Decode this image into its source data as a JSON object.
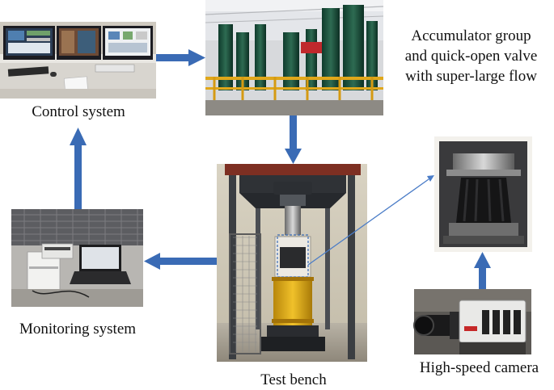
{
  "colors": {
    "arrow": "#3a6bb5",
    "camera_link": "#4a7cc7"
  },
  "captions": {
    "control_system": "Control system",
    "accumulator": [
      "Accumulator group",
      "and quick-open valve",
      "with super-large flow"
    ],
    "monitoring_system": "Monitoring system",
    "test_bench": "Test bench",
    "high_speed_camera": "High-speed camera"
  },
  "photos": {
    "control_system": "photo of control room with three monitors",
    "accumulator": "photo of green accumulator tanks behind yellow railing",
    "monitoring_system": "photo of data acquisition units and laptop",
    "test_bench": "photo of loading frame with yellow cylinder",
    "specimen_closeup": "close-up photo of specimen between platens",
    "high_speed_camera": "photo of high-speed camera"
  }
}
